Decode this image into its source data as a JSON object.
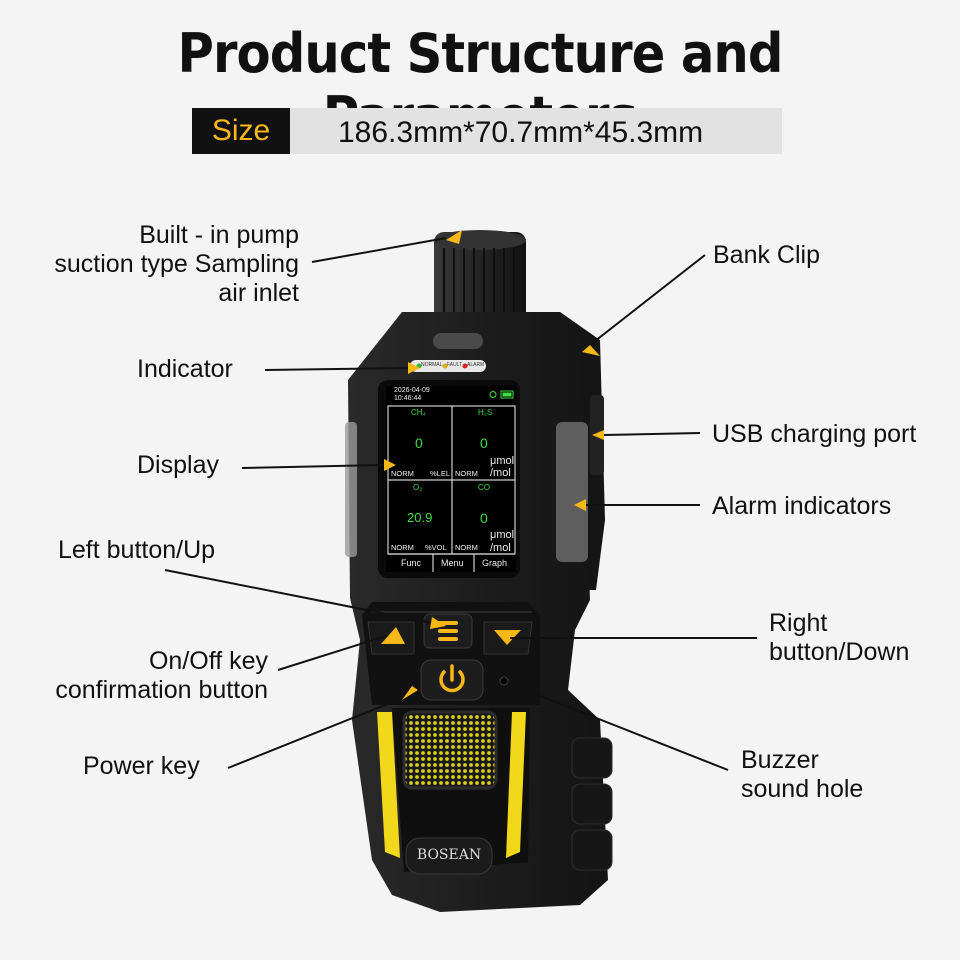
{
  "header": {
    "title": "Product Structure and Parameters",
    "size_label": "Size",
    "size_value": "186.3mm*70.7mm*45.3mm"
  },
  "labels": {
    "pump_inlet": [
      "Built - in pump",
      "suction type Sampling",
      "air inlet"
    ],
    "bank_clip": "Bank Clip",
    "indicator": "Indicator",
    "usb_port": "USB charging port",
    "display": "Display",
    "alarm_indicators": "Alarm indicators",
    "left_button": "Left button/Up",
    "right_button": [
      "Right",
      "button/Down"
    ],
    "onoff_confirm": [
      "On/Off key",
      "confirmation button"
    ],
    "power_key": "Power key",
    "buzzer": [
      "Buzzer",
      "sound hole"
    ]
  },
  "device": {
    "brand": "BOSEAN",
    "indicator_strip": [
      "NORMAL",
      "FAULT",
      "ALARM"
    ],
    "screen": {
      "date": "2026-04-09",
      "time": "10:46:44",
      "cells": [
        {
          "gas": "CH₄",
          "value": "0",
          "status": "NORM",
          "unit": "%LEL"
        },
        {
          "gas": "H₂S",
          "value": "0",
          "status": "NORM",
          "unit_top": "μmol",
          "unit": "/mol"
        },
        {
          "gas": "O₂",
          "value": "20.9",
          "status": "NORM",
          "unit": "%VOL"
        },
        {
          "gas": "CO",
          "value": "0",
          "status": "NORM",
          "unit_top": "μmol",
          "unit": "/mol"
        }
      ],
      "softkeys": [
        "Func",
        "Menu",
        "Graph"
      ]
    }
  },
  "colors": {
    "accent": "#f7b717",
    "body": "#1e1e1e",
    "screen_green": "#3fdc3f"
  }
}
